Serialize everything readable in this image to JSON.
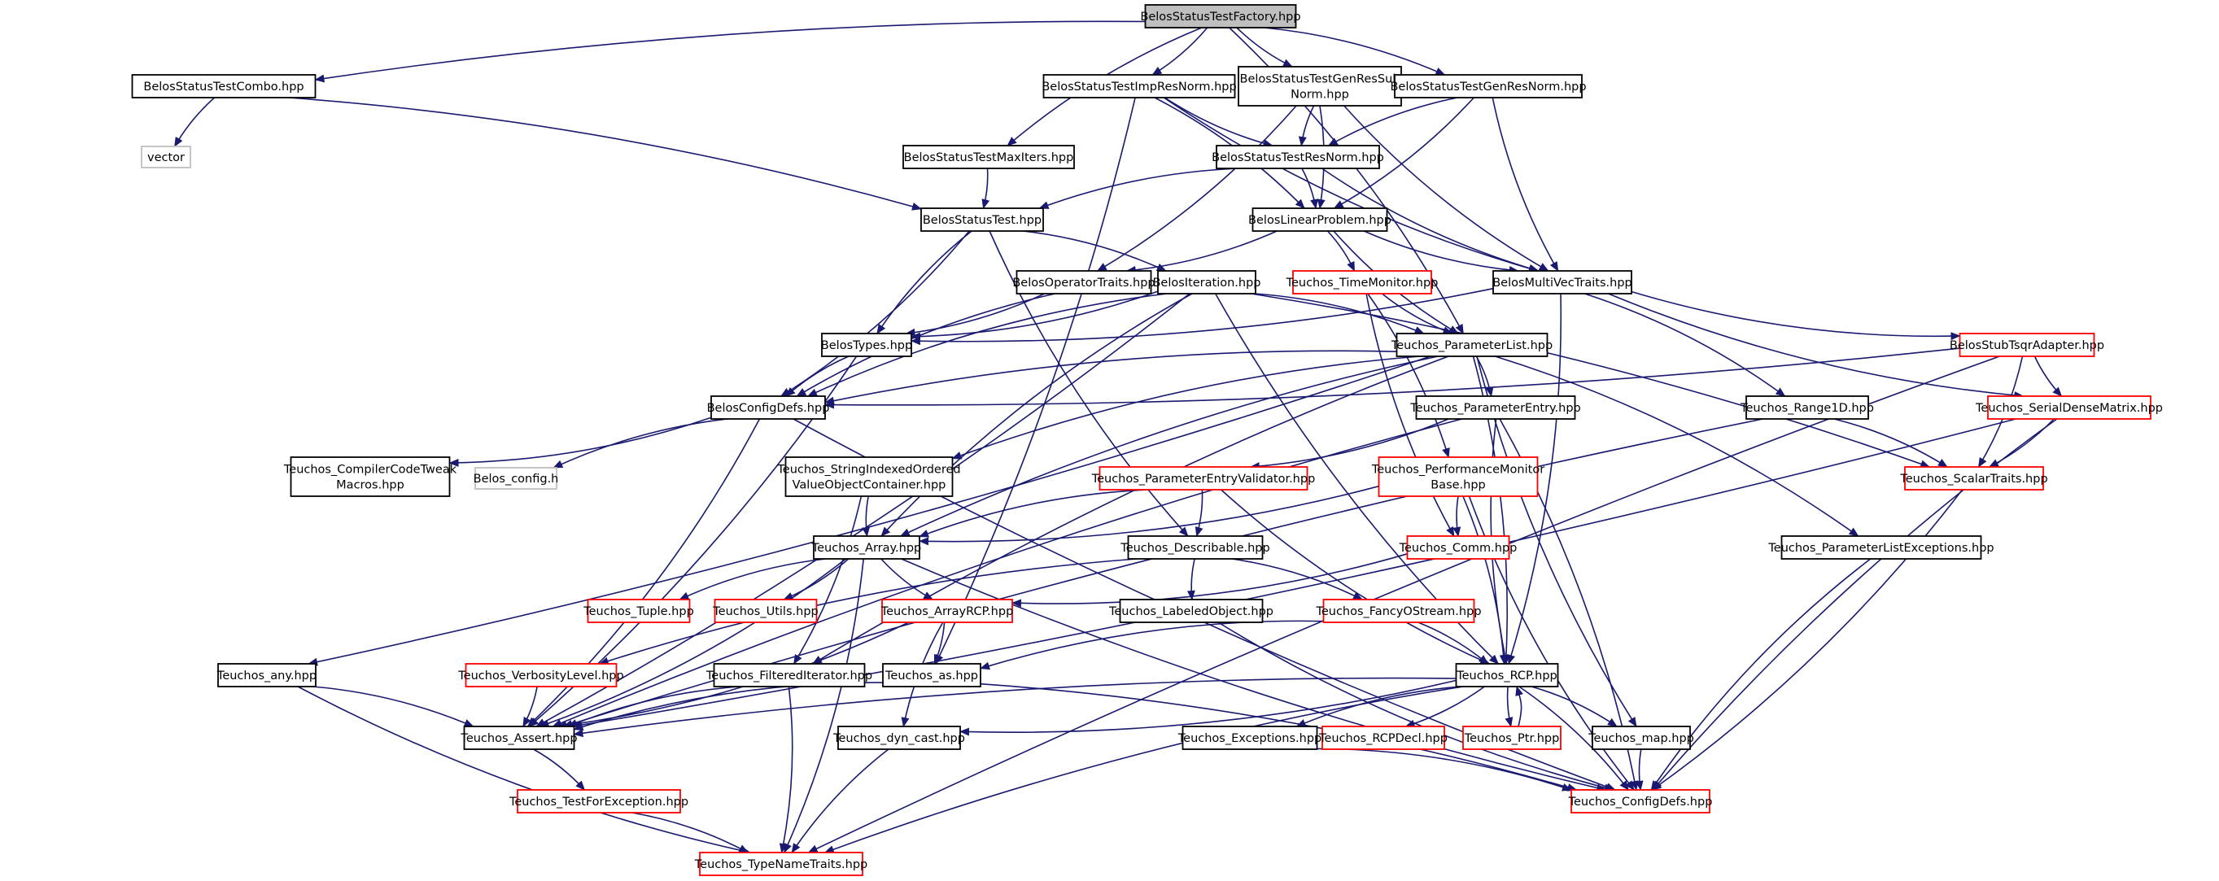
{
  "colors": {
    "edge": "#191970",
    "root_fill": "#bfbfbf",
    "normal_border": "#000000",
    "missing_border": "#ff0000",
    "external_border": "#bfbfbf",
    "external_text": "#7f7f7f"
  },
  "nodes": [
    {
      "id": "root",
      "label": [
        "BelosStatusTestFactory.hpp"
      ],
      "kind": "root"
    },
    {
      "id": "combo",
      "label": [
        "BelosStatusTestCombo.hpp"
      ],
      "kind": "normal"
    },
    {
      "id": "impres",
      "label": [
        "BelosStatusTestImpResNorm.hpp"
      ],
      "kind": "normal"
    },
    {
      "id": "genressub",
      "label": [
        "BelosStatusTestGenResSub",
        "Norm.hpp"
      ],
      "kind": "normal"
    },
    {
      "id": "genres",
      "label": [
        "BelosStatusTestGenResNorm.hpp"
      ],
      "kind": "normal"
    },
    {
      "id": "vector",
      "label": [
        "vector"
      ],
      "kind": "external"
    },
    {
      "id": "maxiters",
      "label": [
        "BelosStatusTestMaxIters.hpp"
      ],
      "kind": "normal"
    },
    {
      "id": "resnorm",
      "label": [
        "BelosStatusTestResNorm.hpp"
      ],
      "kind": "normal"
    },
    {
      "id": "statustest",
      "label": [
        "BelosStatusTest.hpp"
      ],
      "kind": "normal"
    },
    {
      "id": "linprob",
      "label": [
        "BelosLinearProblem.hpp"
      ],
      "kind": "normal"
    },
    {
      "id": "optraits",
      "label": [
        "BelosOperatorTraits.hpp"
      ],
      "kind": "normal"
    },
    {
      "id": "iteration",
      "label": [
        "BelosIteration.hpp"
      ],
      "kind": "normal"
    },
    {
      "id": "timemon",
      "label": [
        "Teuchos_TimeMonitor.hpp"
      ],
      "kind": "missing"
    },
    {
      "id": "multivec",
      "label": [
        "BelosMultiVecTraits.hpp"
      ],
      "kind": "normal"
    },
    {
      "id": "types",
      "label": [
        "BelosTypes.hpp"
      ],
      "kind": "normal"
    },
    {
      "id": "paramlist",
      "label": [
        "Teuchos_ParameterList.hpp"
      ],
      "kind": "normal"
    },
    {
      "id": "tsqr",
      "label": [
        "BelosStubTsqrAdapter.hpp"
      ],
      "kind": "missing"
    },
    {
      "id": "configdefs",
      "label": [
        "BelosConfigDefs.hpp"
      ],
      "kind": "normal"
    },
    {
      "id": "paramentry",
      "label": [
        "Teuchos_ParameterEntry.hpp"
      ],
      "kind": "normal"
    },
    {
      "id": "range1d",
      "label": [
        "Teuchos_Range1D.hpp"
      ],
      "kind": "normal"
    },
    {
      "id": "serialdense",
      "label": [
        "Teuchos_SerialDenseMatrix.hpp"
      ],
      "kind": "missing"
    },
    {
      "id": "compilertweak",
      "label": [
        "Teuchos_CompilerCodeTweak",
        "Macros.hpp"
      ],
      "kind": "normal"
    },
    {
      "id": "belosconfig",
      "label": [
        "Belos_config.h"
      ],
      "kind": "external"
    },
    {
      "id": "stringindexed",
      "label": [
        "Teuchos_StringIndexedOrdered",
        "ValueObjectContainer.hpp"
      ],
      "kind": "normal"
    },
    {
      "id": "entryvalidator",
      "label": [
        "Teuchos_ParameterEntryValidator.hpp"
      ],
      "kind": "missing"
    },
    {
      "id": "perfmon",
      "label": [
        "Teuchos_PerformanceMonitor",
        "Base.hpp"
      ],
      "kind": "missing"
    },
    {
      "id": "scalartraits",
      "label": [
        "Teuchos_ScalarTraits.hpp"
      ],
      "kind": "missing"
    },
    {
      "id": "array",
      "label": [
        "Teuchos_Array.hpp"
      ],
      "kind": "normal"
    },
    {
      "id": "describable",
      "label": [
        "Teuchos_Describable.hpp"
      ],
      "kind": "normal"
    },
    {
      "id": "comm",
      "label": [
        "Teuchos_Comm.hpp"
      ],
      "kind": "missing"
    },
    {
      "id": "paramlistexc",
      "label": [
        "Teuchos_ParameterListExceptions.hpp"
      ],
      "kind": "normal"
    },
    {
      "id": "tuple",
      "label": [
        "Teuchos_Tuple.hpp"
      ],
      "kind": "missing"
    },
    {
      "id": "utils",
      "label": [
        "Teuchos_Utils.hpp"
      ],
      "kind": "missing"
    },
    {
      "id": "arrayrcp",
      "label": [
        "Teuchos_ArrayRCP.hpp"
      ],
      "kind": "missing"
    },
    {
      "id": "labeled",
      "label": [
        "Teuchos_LabeledObject.hpp"
      ],
      "kind": "normal"
    },
    {
      "id": "fancy",
      "label": [
        "Teuchos_FancyOStream.hpp"
      ],
      "kind": "missing"
    },
    {
      "id": "any",
      "label": [
        "Teuchos_any.hpp"
      ],
      "kind": "normal"
    },
    {
      "id": "verbosity",
      "label": [
        "Teuchos_VerbosityLevel.hpp"
      ],
      "kind": "missing"
    },
    {
      "id": "filtered",
      "label": [
        "Teuchos_FilteredIterator.hpp"
      ],
      "kind": "normal"
    },
    {
      "id": "as",
      "label": [
        "Teuchos_as.hpp"
      ],
      "kind": "normal"
    },
    {
      "id": "rcp",
      "label": [
        "Teuchos_RCP.hpp"
      ],
      "kind": "normal"
    },
    {
      "id": "assert",
      "label": [
        "Teuchos_Assert.hpp"
      ],
      "kind": "normal"
    },
    {
      "id": "dyncast",
      "label": [
        "Teuchos_dyn_cast.hpp"
      ],
      "kind": "normal"
    },
    {
      "id": "exceptions",
      "label": [
        "Teuchos_Exceptions.hpp"
      ],
      "kind": "normal"
    },
    {
      "id": "rcpdecl",
      "label": [
        "Teuchos_RCPDecl.hpp"
      ],
      "kind": "missing"
    },
    {
      "id": "ptr",
      "label": [
        "Teuchos_Ptr.hpp"
      ],
      "kind": "missing"
    },
    {
      "id": "map",
      "label": [
        "Teuchos_map.hpp"
      ],
      "kind": "normal"
    },
    {
      "id": "testforexc",
      "label": [
        "Teuchos_TestForException.hpp"
      ],
      "kind": "missing"
    },
    {
      "id": "teuchosconfig",
      "label": [
        "Teuchos_ConfigDefs.hpp"
      ],
      "kind": "missing"
    },
    {
      "id": "typename",
      "label": [
        "Teuchos_TypeNameTraits.hpp"
      ],
      "kind": "missing"
    }
  ],
  "edges": [
    [
      "root",
      "combo"
    ],
    [
      "root",
      "impres"
    ],
    [
      "root",
      "genressub"
    ],
    [
      "root",
      "genres"
    ],
    [
      "root",
      "maxiters"
    ],
    [
      "root",
      "paramlist"
    ],
    [
      "combo",
      "vector"
    ],
    [
      "combo",
      "statustest"
    ],
    [
      "impres",
      "resnorm"
    ],
    [
      "impres",
      "linprob"
    ],
    [
      "impres",
      "multivec"
    ],
    [
      "impres",
      "as"
    ],
    [
      "genressub",
      "resnorm"
    ],
    [
      "genressub",
      "linprob"
    ],
    [
      "genressub",
      "multivec"
    ],
    [
      "genressub",
      "optraits"
    ],
    [
      "genres",
      "resnorm"
    ],
    [
      "genres",
      "linprob"
    ],
    [
      "genres",
      "multivec"
    ],
    [
      "maxiters",
      "statustest"
    ],
    [
      "resnorm",
      "statustest"
    ],
    [
      "resnorm",
      "linprob"
    ],
    [
      "resnorm",
      "multivec"
    ],
    [
      "statustest",
      "iteration"
    ],
    [
      "statustest",
      "types"
    ],
    [
      "statustest",
      "configdefs"
    ],
    [
      "statustest",
      "describable"
    ],
    [
      "linprob",
      "optraits"
    ],
    [
      "linprob",
      "multivec"
    ],
    [
      "linprob",
      "timemon"
    ],
    [
      "linprob",
      "paramlist"
    ],
    [
      "optraits",
      "types"
    ],
    [
      "optraits",
      "configdefs"
    ],
    [
      "iteration",
      "types"
    ],
    [
      "iteration",
      "configdefs"
    ],
    [
      "iteration",
      "paramlist"
    ],
    [
      "iteration",
      "array"
    ],
    [
      "iteration",
      "assert"
    ],
    [
      "iteration",
      "rcp"
    ],
    [
      "iteration",
      "scalartraits"
    ],
    [
      "timemon",
      "paramlist"
    ],
    [
      "timemon",
      "perfmon"
    ],
    [
      "timemon",
      "comm"
    ],
    [
      "multivec",
      "types"
    ],
    [
      "multivec",
      "tsqr"
    ],
    [
      "multivec",
      "range1d"
    ],
    [
      "multivec",
      "serialdense"
    ],
    [
      "multivec",
      "rcp"
    ],
    [
      "types",
      "configdefs"
    ],
    [
      "types",
      "assert"
    ],
    [
      "paramlist",
      "configdefs"
    ],
    [
      "paramlist",
      "paramentry"
    ],
    [
      "paramlist",
      "stringindexed"
    ],
    [
      "paramlist",
      "paramlistexc"
    ],
    [
      "paramlist",
      "map"
    ],
    [
      "paramlist",
      "rcp"
    ],
    [
      "paramlist",
      "array"
    ],
    [
      "paramlist",
      "any"
    ],
    [
      "paramlist",
      "filtered"
    ],
    [
      "tsqr",
      "configdefs"
    ],
    [
      "tsqr",
      "serialdense"
    ],
    [
      "tsqr",
      "scalartraits"
    ],
    [
      "tsqr",
      "typename"
    ],
    [
      "configdefs",
      "compilertweak"
    ],
    [
      "configdefs",
      "belosconfig"
    ],
    [
      "configdefs",
      "assert"
    ],
    [
      "configdefs",
      "teuchosconfig"
    ],
    [
      "paramentry",
      "entryvalidator"
    ],
    [
      "paramentry",
      "rcp"
    ],
    [
      "paramentry",
      "teuchosconfig"
    ],
    [
      "paramentry",
      "assert"
    ],
    [
      "range1d",
      "scalartraits"
    ],
    [
      "range1d",
      "assert"
    ],
    [
      "serialdense",
      "scalartraits"
    ],
    [
      "serialdense",
      "teuchosconfig"
    ],
    [
      "serialdense",
      "assert"
    ],
    [
      "stringindexed",
      "array"
    ],
    [
      "stringindexed",
      "filtered"
    ],
    [
      "entryvalidator",
      "array"
    ],
    [
      "entryvalidator",
      "describable"
    ],
    [
      "entryvalidator",
      "rcp"
    ],
    [
      "perfmon",
      "array"
    ],
    [
      "perfmon",
      "comm"
    ],
    [
      "perfmon",
      "rcp"
    ],
    [
      "perfmon",
      "teuchosconfig"
    ],
    [
      "scalartraits",
      "teuchosconfig"
    ],
    [
      "array",
      "tuple"
    ],
    [
      "array",
      "utils"
    ],
    [
      "array",
      "arrayrcp"
    ],
    [
      "array",
      "assert"
    ],
    [
      "array",
      "teuchosconfig"
    ],
    [
      "array",
      "typename"
    ],
    [
      "describable",
      "labeled"
    ],
    [
      "describable",
      "fancy"
    ],
    [
      "describable",
      "verbosity"
    ],
    [
      "comm",
      "arrayrcp"
    ],
    [
      "paramlistexc",
      "teuchosconfig"
    ],
    [
      "arrayrcp",
      "as"
    ],
    [
      "arrayrcp",
      "dyncast"
    ],
    [
      "arrayrcp",
      "assert"
    ],
    [
      "labeled",
      "teuchosconfig"
    ],
    [
      "fancy",
      "rcp"
    ],
    [
      "fancy",
      "as"
    ],
    [
      "any",
      "assert"
    ],
    [
      "any",
      "typename"
    ],
    [
      "verbosity",
      "assert"
    ],
    [
      "filtered",
      "assert"
    ],
    [
      "filtered",
      "typename"
    ],
    [
      "as",
      "assert"
    ],
    [
      "as",
      "teuchosconfig"
    ],
    [
      "rcp",
      "assert"
    ],
    [
      "rcp",
      "dyncast"
    ],
    [
      "rcp",
      "exceptions"
    ],
    [
      "rcp",
      "rcpdecl"
    ],
    [
      "rcp",
      "ptr"
    ],
    [
      "rcp",
      "map"
    ],
    [
      "rcp",
      "typename"
    ],
    [
      "rcp",
      "teuchosconfig"
    ],
    [
      "ptr",
      "rcp"
    ],
    [
      "assert",
      "testforexc"
    ],
    [
      "dyncast",
      "typename"
    ],
    [
      "exceptions",
      "teuchosconfig"
    ],
    [
      "map",
      "teuchosconfig"
    ],
    [
      "testforexc",
      "typename"
    ]
  ]
}
